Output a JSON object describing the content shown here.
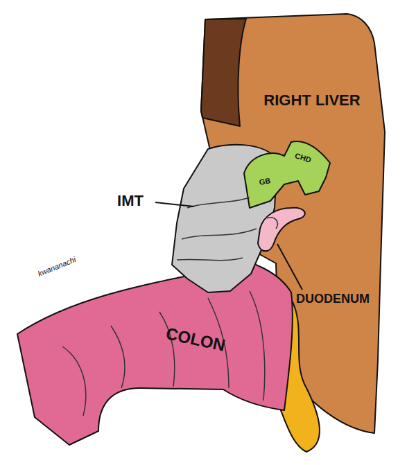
{
  "diagram": {
    "labels": [
      "RIGHT LIVER",
      "CHD",
      "GB",
      "IMT",
      "DUODENUM",
      "COLON",
      "kwananachi"
    ]
  }
}
